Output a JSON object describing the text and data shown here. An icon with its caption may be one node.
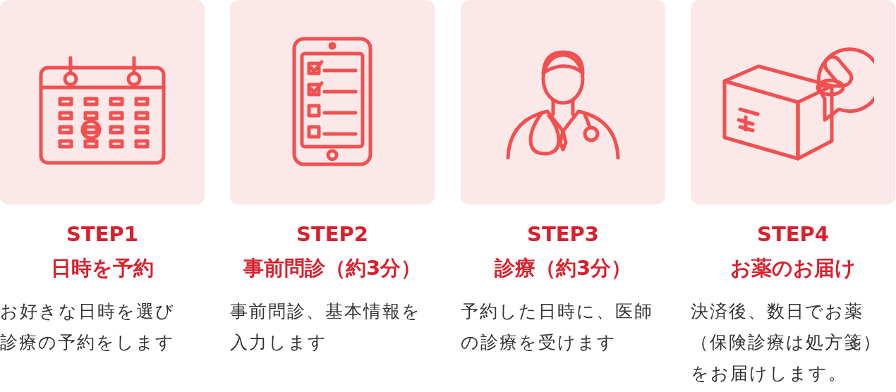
{
  "diagram": {
    "nodes": [
      {
        "text": [
          "STEP1",
          "日時を予約",
          "お好きな日時を選び診療の予約をします"
        ]
      },
      {
        "text": [
          "STEP2",
          "事前問診（約3分）",
          "事前問診、基本情報を入力します"
        ]
      },
      {
        "text": [
          "STEP3",
          "診療（約3分）",
          "予約した日時に、医師の診療を受けます"
        ]
      },
      {
        "text": [
          "STEP4",
          "お薬のお届け",
          "決済後、数日でお薬（保険診療は処方箋）をお届けします。"
        ]
      }
    ]
  }
}
